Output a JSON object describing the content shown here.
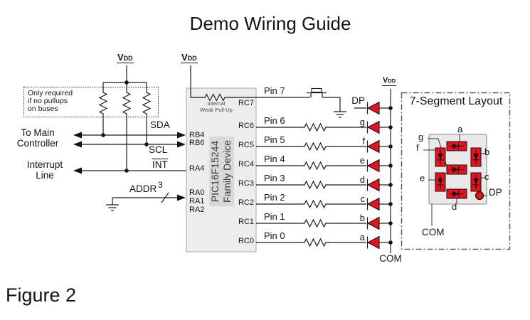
{
  "title": "Demo Wiring Guide",
  "figure_label": "Figure 2",
  "colors": {
    "led_red": "#e8111c",
    "wire": "#1a1a1a",
    "chip_fill": "#ededed",
    "chip_label_fill": "#d9d9d9",
    "seg_body_fill": "#e9e9e9"
  },
  "power": {
    "vdd_main": "V",
    "vdd_sub": "DD",
    "com": "COM"
  },
  "pullup_note": {
    "line1": "Only required",
    "line2": "if no pullups",
    "line3": "on buses"
  },
  "bus_labels": {
    "to_main_line1": "To Main",
    "to_main_line2": "Controller",
    "interrupt_line1": "Interrupt",
    "interrupt_line2": "Line",
    "sda": "SDA",
    "scl": "SCL",
    "int": "INT",
    "addr": "ADDR",
    "addr_width": "3"
  },
  "chip": {
    "name": "PIC16F15244",
    "family": "Family Device",
    "internal_pullup_line1": "Internal",
    "internal_pullup_line2": "Weak Pull-Up",
    "left_pins": [
      "RB4",
      "RB6",
      "RA4",
      "RA0",
      "RA1",
      "RA2"
    ],
    "right_pins": [
      "RC7",
      "RC6",
      "RC5",
      "RC4",
      "RC3",
      "RC2",
      "RC1",
      "RC0"
    ],
    "pin_wire_labels": [
      "Pin 7",
      "Pin 6",
      "Pin 5",
      "Pin 4",
      "Pin 3",
      "Pin 2",
      "Pin 1",
      "Pin 0"
    ]
  },
  "led_labels": {
    "dp": "DP",
    "g": "g",
    "f": "f",
    "e": "e",
    "d": "d",
    "c": "c",
    "b": "b",
    "a": "a"
  },
  "com_rail_label": "COM",
  "seven_segment_layout": {
    "title": "7-Segment Layout",
    "seg_a": "a",
    "seg_b": "b",
    "seg_c": "c",
    "seg_d": "d",
    "seg_e": "e",
    "seg_f": "f",
    "seg_g": "g",
    "seg_dp": "DP",
    "com": "COM"
  }
}
